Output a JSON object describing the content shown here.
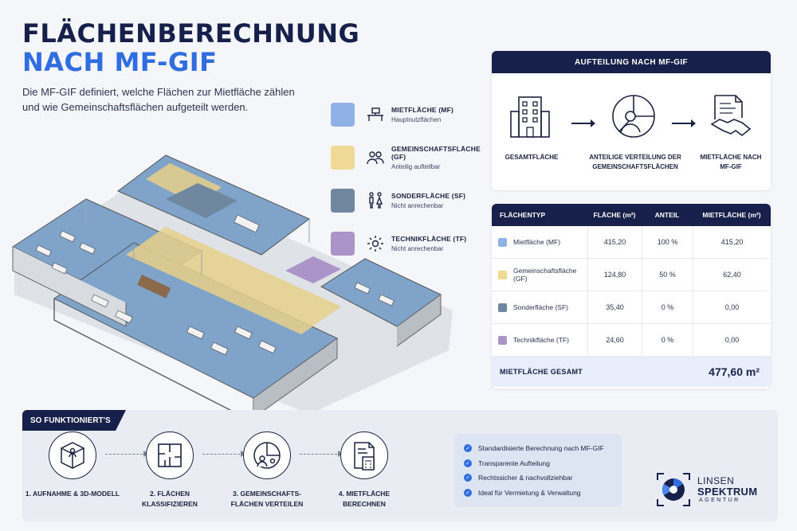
{
  "header": {
    "title_line1": "FLÄCHENBERECHNUNG",
    "title_line2": "NACH MF-GIF",
    "subtitle": "Die MF-GIF definiert, welche Flächen zur Mietfläche zählen und wie Gemeinschaftsflächen aufgeteilt werden."
  },
  "legend": [
    {
      "title": "MIETFLÄCHE (MF)",
      "sub": "Hauptnutzflächen",
      "color": "#8fb1e6",
      "icon": "desk-icon"
    },
    {
      "title": "GEMEINSCHAFTSFLÄCHE (GF)",
      "sub": "Anteilig aufteilbar",
      "color": "#f0d995",
      "icon": "people-icon"
    },
    {
      "title": "SONDERFLÄCHE (SF)",
      "sub": "Nicht anrechenbar",
      "color": "#6f879f",
      "icon": "restroom-icon"
    },
    {
      "title": "TECHNIKFLÄCHE (TF)",
      "sub": "Nicht anrechenbar",
      "color": "#ab95c8",
      "icon": "gear-icon"
    }
  ],
  "distribution": {
    "title": "AUFTEILUNG NACH MF-GIF",
    "steps": [
      {
        "label": "GESAMTFLÄCHE",
        "icon": "building-icon"
      },
      {
        "label": "ANTEILIGE VERTEILUNG DER GEMEINSCHAFTSFLÄCHEN",
        "icon": "pie-person-icon"
      },
      {
        "label": "MIETFLÄCHE NACH MF-GIF",
        "icon": "contract-handshake-icon"
      }
    ]
  },
  "table": {
    "headers": [
      "FLÄCHENTYP",
      "FLÄCHE (m²)",
      "ANTEIL",
      "MIETFLÄCHE (m²)"
    ],
    "rows": [
      {
        "type": "Mietfläche (MF)",
        "area": "415,20",
        "share": "100 %",
        "rent": "415,20",
        "color": "#8fb1e6"
      },
      {
        "type": "Gemeinschaftsfläche (GF)",
        "area": "124,80",
        "share": "50 %",
        "rent": "62,40",
        "color": "#f0d995"
      },
      {
        "type": "Sonderfläche (SF)",
        "area": "35,40",
        "share": "0 %",
        "rent": "0,00",
        "color": "#6f879f"
      },
      {
        "type": "Technikfläche (TF)",
        "area": "24,60",
        "share": "0 %",
        "rent": "0,00",
        "color": "#ab95c8"
      }
    ],
    "total_label": "MIETFLÄCHE GESAMT",
    "total_value": "477,60 m²"
  },
  "how": {
    "tag": "SO FUNKTIONIERT'S",
    "steps": [
      {
        "label": "1. AUFNAHME & 3D-MODELL",
        "icon": "box-person-icon"
      },
      {
        "label": "2. FLÄCHEN KLASSIFIZIEREN",
        "icon": "floorplan-icon"
      },
      {
        "label": "3. GEMEINSCHAFTS-FLÄCHEN VERTEILEN",
        "icon": "pie-people-icon"
      },
      {
        "label": "4. MIETFLÄCHE BERECHNEN",
        "icon": "calculator-doc-icon"
      }
    ],
    "checks": [
      "Standardisierte Berechnung nach MF-GIF",
      "Transparente Aufteilung",
      "Rechtssicher & nachvollziehbar",
      "Ideal für Vermietung & Verwaltung"
    ]
  },
  "logo": {
    "line1": "LINSEN",
    "line2": "SPEKTRUM",
    "line3": "AGENTUR"
  }
}
